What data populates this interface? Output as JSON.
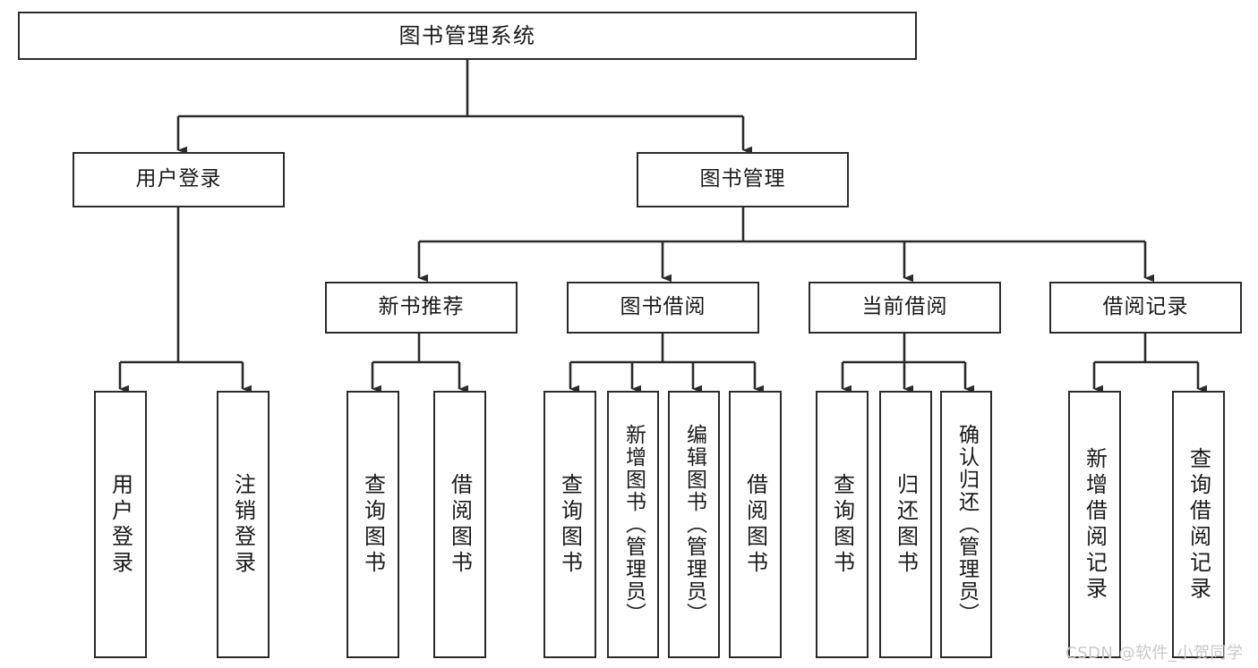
{
  "diagram": {
    "title": "图书管理系统",
    "type": "tree-hierarchy-chart",
    "stroke_color": "#2b2b2b",
    "text_color": "#1a1a1a",
    "background_color": "#ffffff"
  },
  "nodes": {
    "root": {
      "label": "图书管理系统"
    },
    "level2": [
      {
        "label": "用户登录"
      },
      {
        "label": "图书管理"
      }
    ],
    "level3": [
      {
        "label": "新书推荐"
      },
      {
        "label": "图书借阅"
      },
      {
        "label": "当前借阅"
      },
      {
        "label": "借阅记录"
      }
    ],
    "leaves_user_login": [
      {
        "label": "用户登录"
      },
      {
        "label": "注销登录"
      }
    ],
    "leaves_new_book": [
      {
        "label": "查询图书"
      },
      {
        "label": "借阅图书"
      }
    ],
    "leaves_borrow": [
      {
        "label": "查询图书"
      },
      {
        "label": "新增图书（管理员）"
      },
      {
        "label": "编辑图书（管理员）"
      },
      {
        "label": "借阅图书"
      }
    ],
    "leaves_current": [
      {
        "label": "查询图书"
      },
      {
        "label": "归还图书"
      },
      {
        "label": "确认归还（管理员）"
      }
    ],
    "leaves_record": [
      {
        "label": "新增借阅记录"
      },
      {
        "label": "查询借阅记录"
      }
    ]
  },
  "watermark": {
    "text": "CSDN @软件_小贺同学"
  }
}
